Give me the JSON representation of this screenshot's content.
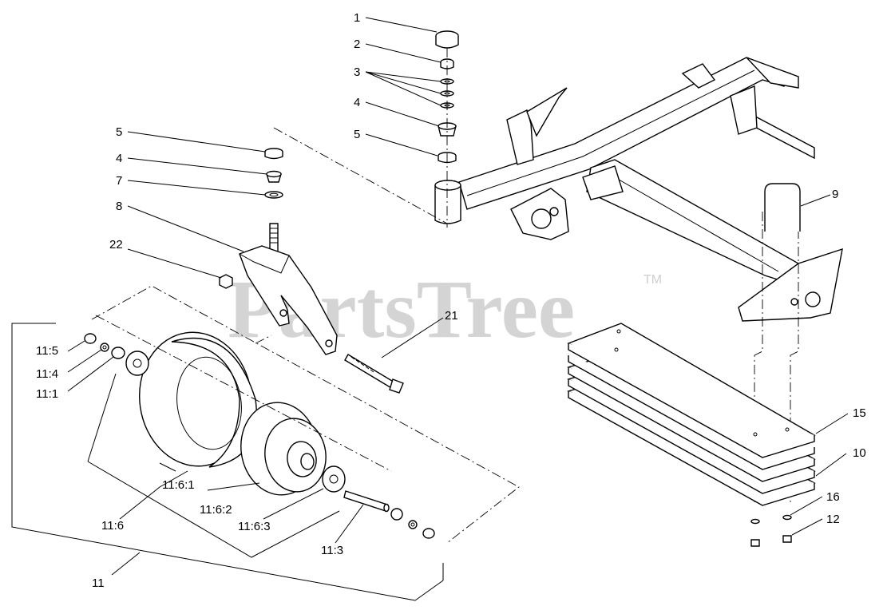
{
  "watermark": {
    "text": "PartsTree",
    "trademark": "TM"
  },
  "callouts": {
    "c1": "1",
    "c2": "2",
    "c3": "3",
    "c4_top": "4",
    "c5_top": "5",
    "c5_left": "5",
    "c4_left": "4",
    "c7": "7",
    "c8": "8",
    "c22": "22",
    "c21": "21",
    "c9": "9",
    "c15": "15",
    "c10": "10",
    "c16": "16",
    "c12": "12",
    "c11_5": "11:5",
    "c11_4": "11:4",
    "c11_1": "11:1",
    "c11_6_1": "11:6:1",
    "c11_6_2": "11:6:2",
    "c11_6": "11:6",
    "c11_6_3": "11:6:3",
    "c11_3": "11:3",
    "c11": "11"
  }
}
